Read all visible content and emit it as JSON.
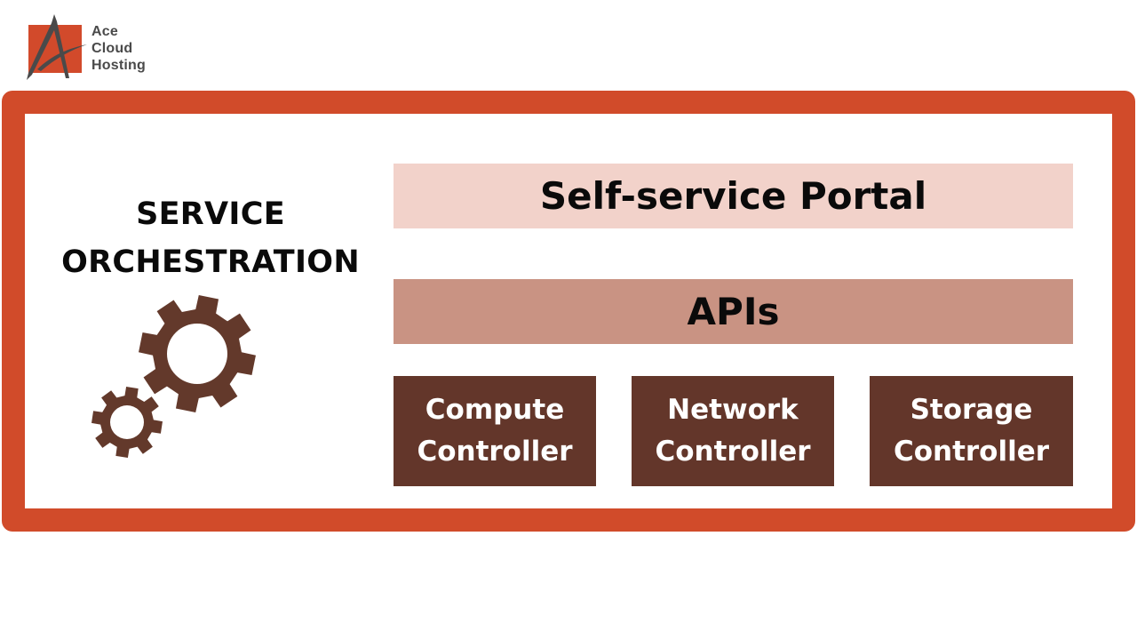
{
  "logo": {
    "icon": "ace-cloud-hosting-logo-icon",
    "lines": [
      "Ace",
      "Cloud",
      "Hosting"
    ],
    "colors": {
      "square": "#D24A2B",
      "mark": "#4A4A4A",
      "text": "#4A4A4A"
    }
  },
  "frame": {
    "border_color": "#D14B2A"
  },
  "orchestration": {
    "title_lines": [
      "SERVICE",
      "ORCHESTRATION"
    ],
    "icon": "gears-icon",
    "icon_color": "#63392B"
  },
  "layers": {
    "portal": {
      "label": "Self-service Portal",
      "color": "#F2D2CA"
    },
    "apis": {
      "label": "APIs",
      "color": "#C99383"
    }
  },
  "controllers": [
    {
      "line1": "Compute",
      "line2": "Controller"
    },
    {
      "line1": "Network",
      "line2": "Controller"
    },
    {
      "line1": "Storage",
      "line2": "Controller"
    }
  ],
  "controller_color": "#63362A"
}
